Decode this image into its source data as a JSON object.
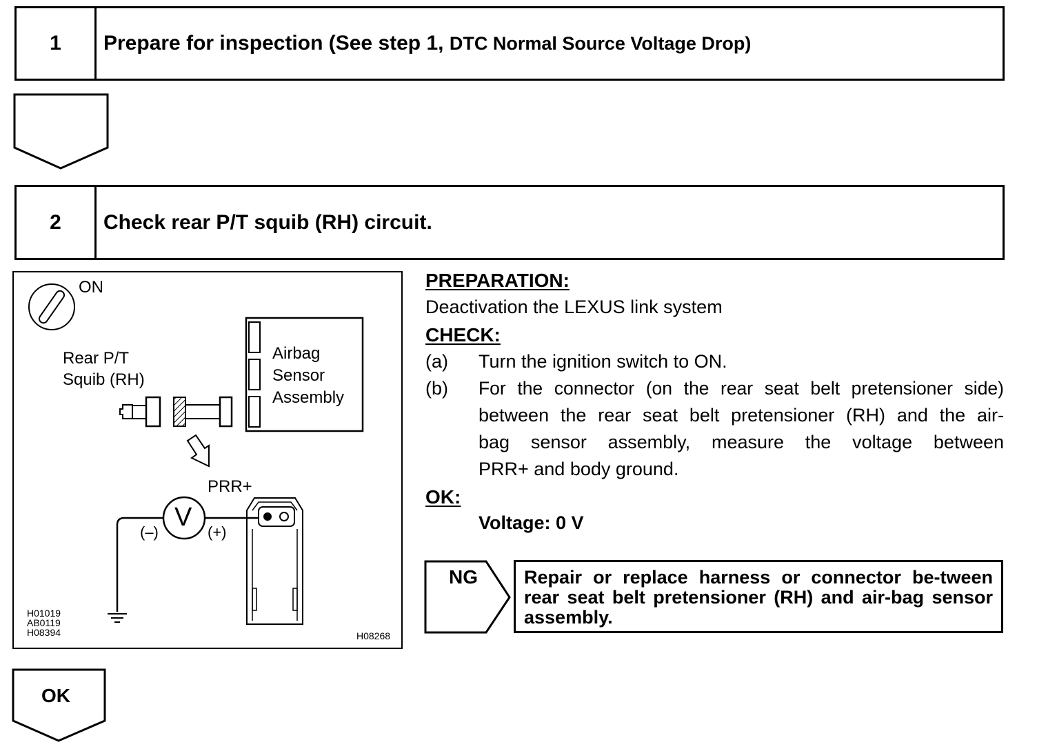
{
  "step1": {
    "number": "1",
    "title_main": "Prepare for inspection (See step 1,",
    "title_ref": "DTC Normal Source Voltage Drop)"
  },
  "step2": {
    "number": "2",
    "title": "Check rear P/T squib (RH) circuit."
  },
  "diagram": {
    "on_label": "ON",
    "squib_label_1": "Rear P/T",
    "squib_label_2": "Squib (RH)",
    "sensor_label_1": "Airbag",
    "sensor_label_2": "Sensor",
    "sensor_label_3": "Assembly",
    "terminal_label": "PRR+",
    "meter_symbol": "V",
    "neg_label": "(–)",
    "pos_label": "(+)",
    "codes": [
      "H01019",
      "AB0119",
      "H08394"
    ],
    "figure_code": "H08268"
  },
  "procedure": {
    "preparation_heading": "PREPARATION:",
    "preparation_text": "Deactivation the LEXUS link system",
    "check_heading": "CHECK:",
    "items": [
      {
        "marker": "(a)",
        "lines": [
          "Turn the ignition switch to ON."
        ]
      },
      {
        "marker": "(b)",
        "lines": [
          "For the connector (on the rear seat belt pretensioner side)",
          "between the rear seat belt pretensioner (RH) and the air-",
          "bag sensor assembly, measure the voltage between",
          "PRR+ and body ground."
        ]
      }
    ],
    "ok_heading": "OK:",
    "ok_value": "Voltage: 0 V"
  },
  "ng_branch": {
    "label": "NG",
    "action": "Repair or replace harness or connector be-tween rear seat belt pretensioner (RH) and air-bag sensor assembly."
  },
  "ok_branch": {
    "label": "OK"
  }
}
